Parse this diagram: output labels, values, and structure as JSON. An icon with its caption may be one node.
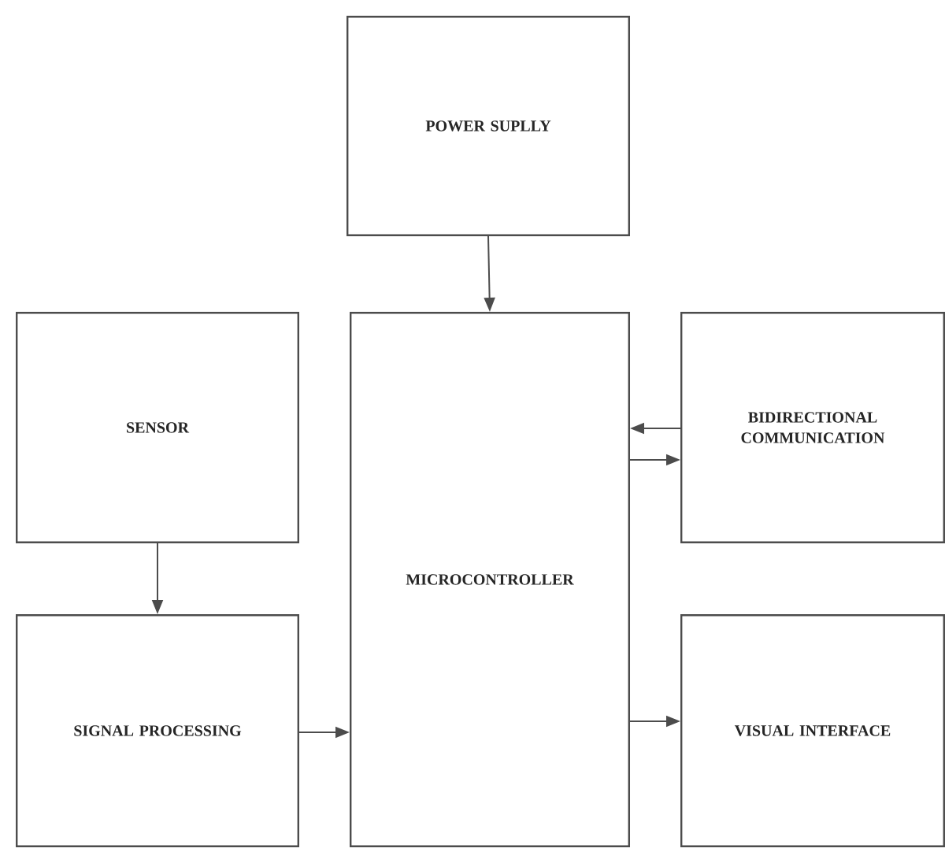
{
  "diagram": {
    "nodes": [
      {
        "text": [
          "POWER SUPLLY"
        ]
      },
      {
        "text": [
          "SENSOR"
        ]
      },
      {
        "text": [
          "MICROCONTROLLER"
        ]
      },
      {
        "text": [
          "BIDIRECTIONAL COMMUNICATION"
        ]
      },
      {
        "text": [
          "SIGNAL PROCESSING"
        ]
      },
      {
        "text": [
          "VISUAL INTERFACE"
        ]
      }
    ],
    "edges": [
      {
        "from": 0,
        "to": 2,
        "arrow": "to"
      },
      {
        "from": 1,
        "to": 4,
        "arrow": "to"
      },
      {
        "from": 3,
        "to": 2,
        "arrow": "to"
      },
      {
        "from": 2,
        "to": 3,
        "arrow": "to"
      },
      {
        "from": 4,
        "to": 2,
        "arrow": "to"
      },
      {
        "from": 2,
        "to": 5,
        "arrow": "to"
      }
    ]
  }
}
